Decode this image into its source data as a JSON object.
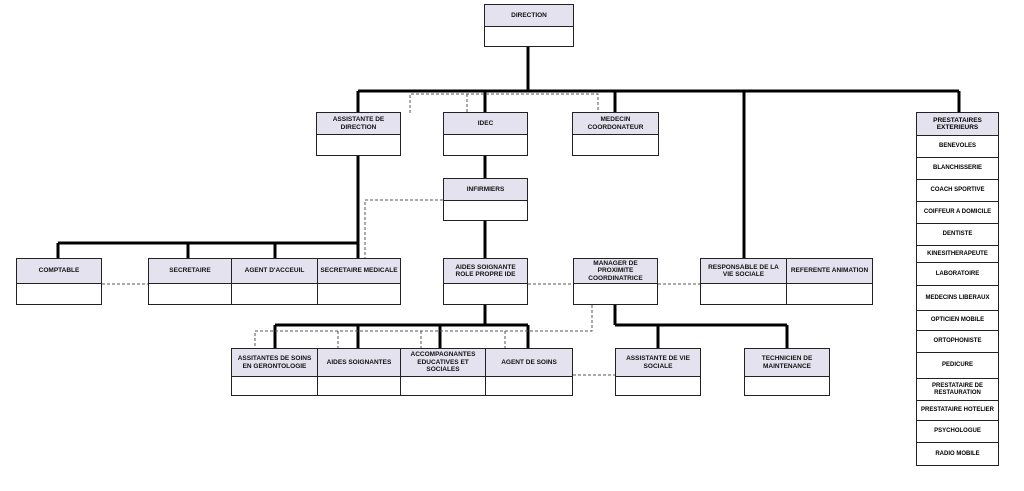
{
  "nodes": {
    "direction": "DIRECTION",
    "assistante_direction": "ASSISTANTE DE DIRECTION",
    "idec": "IDEC",
    "medecin_coordonateur": "MEDECIN COORDONATEUR",
    "infirmiers": "INFIRMIERS",
    "comptable": "COMPTABLE",
    "secretaire": "SECRETAIRE",
    "agent_accueil": "AGENT D'ACCEUIL",
    "secretaire_medicale": "SECRETAIRE MEDICALE",
    "aides_soignante_role_propre": "AIDES SOIGNANTE ROLE PROPRE IDE",
    "manager_proximite": "MANAGER DE PROXIMITE COORDINATRICE",
    "responsable_vie_sociale": "RESPONSABLE DE LA VIE SOCIALE",
    "referente_animation": "REFERENTE ANIMATION",
    "assistantes_soins_gerontologie": "ASSITANTES DE SOINS EN GERONTOLOGIE",
    "aides_soignantes": "AIDES SOIGNANTES",
    "accompagnants_educatives": "ACCOMPAGNANTES EDUCATIVES ET SOCIALES",
    "agent_de_soins": "AGENT DE SOINS",
    "assistante_vie_sociale": "ASSISTANTE DE VIE SOCIALE",
    "technicien_maintenance": "TECHNICIEN DE MAINTENANCE"
  },
  "prestataires": {
    "title": "PRESTATAIRES EXTERIEURS",
    "items": [
      "BENEVOLES",
      "BLANCHISSERIE",
      "COACH SPORTIVE",
      "COIFFEUR A DOMICILE",
      "DENTISTE",
      "KINESITHERAPEUTE",
      "LABORATOIRE",
      "MEDECINS LIBERAUX",
      "OPTICIEN MOBILE",
      "ORTOPHONISTE",
      "PEDICURE",
      "PRESTATAIRE DE RESTAURATION",
      "PRESTATAIRE HOTELIER",
      "PSYCHOLOGUE",
      "RADIO MOBILE"
    ]
  }
}
